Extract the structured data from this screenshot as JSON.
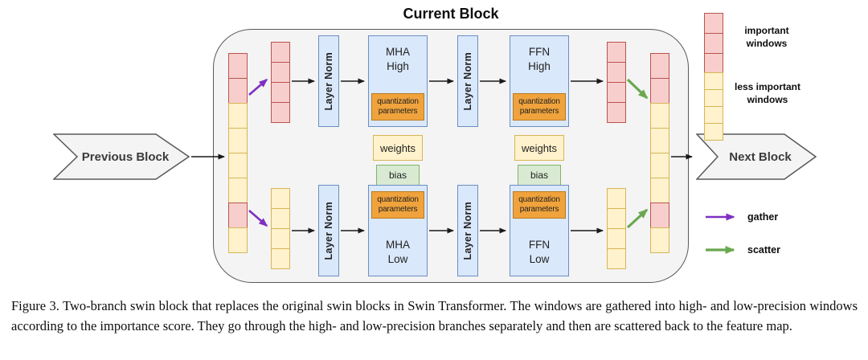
{
  "title": "Current Block",
  "prev_label": "Previous Block",
  "next_label": "Next Block",
  "boxes": {
    "layer_norm": "Layer Norm",
    "mha_high": "MHA\nHigh",
    "ffn_high": "FFN\nHigh",
    "mha_low": "MHA\nLow",
    "ffn_low": "FFN\nLow",
    "quantization": "quantization\nparameters",
    "weights": "weights",
    "bias": "bias"
  },
  "legend": {
    "important": "important\nwindows",
    "less_important": "less important\nwindows",
    "gather": "gather",
    "scatter": "scatter"
  },
  "cells": {
    "feature_map": [
      "important",
      "important",
      "less",
      "less",
      "less",
      "less",
      "important",
      "less"
    ],
    "gathered_high": [
      "important",
      "important",
      "important",
      "important"
    ],
    "gathered_low": [
      "less",
      "less",
      "less",
      "less"
    ],
    "out_high": [
      "important",
      "important",
      "important",
      "important"
    ],
    "out_low": [
      "less",
      "less",
      "less",
      "less"
    ],
    "scattered": [
      "important",
      "important",
      "less",
      "less",
      "less",
      "less",
      "important",
      "less"
    ],
    "legend_important": [
      "important",
      "important",
      "important"
    ],
    "legend_less": [
      "less",
      "less",
      "less",
      "less"
    ]
  },
  "colors": {
    "important_fill": "#f8cecc",
    "important_border": "#b85450",
    "less_fill": "#fff2cc",
    "less_border": "#d6b656",
    "box_fill": "#dae8fc",
    "box_border": "#6c8ebf",
    "quant_fill": "#f0a33c",
    "quant_border": "#b87a1e",
    "weights_fill": "#fff2cc",
    "bias_fill": "#d9ead3",
    "bias_border": "#82b366",
    "gather_color": "#7d2fc2",
    "scatter_color": "#6aa84f"
  },
  "caption": "Figure 3.  Two-branch swin block that replaces the original swin blocks in Swin Transformer. The windows are gathered into high- and low-precision windows according to the importance score. They go through the high- and low-precision branches separately and then are scattered back to the feature map."
}
